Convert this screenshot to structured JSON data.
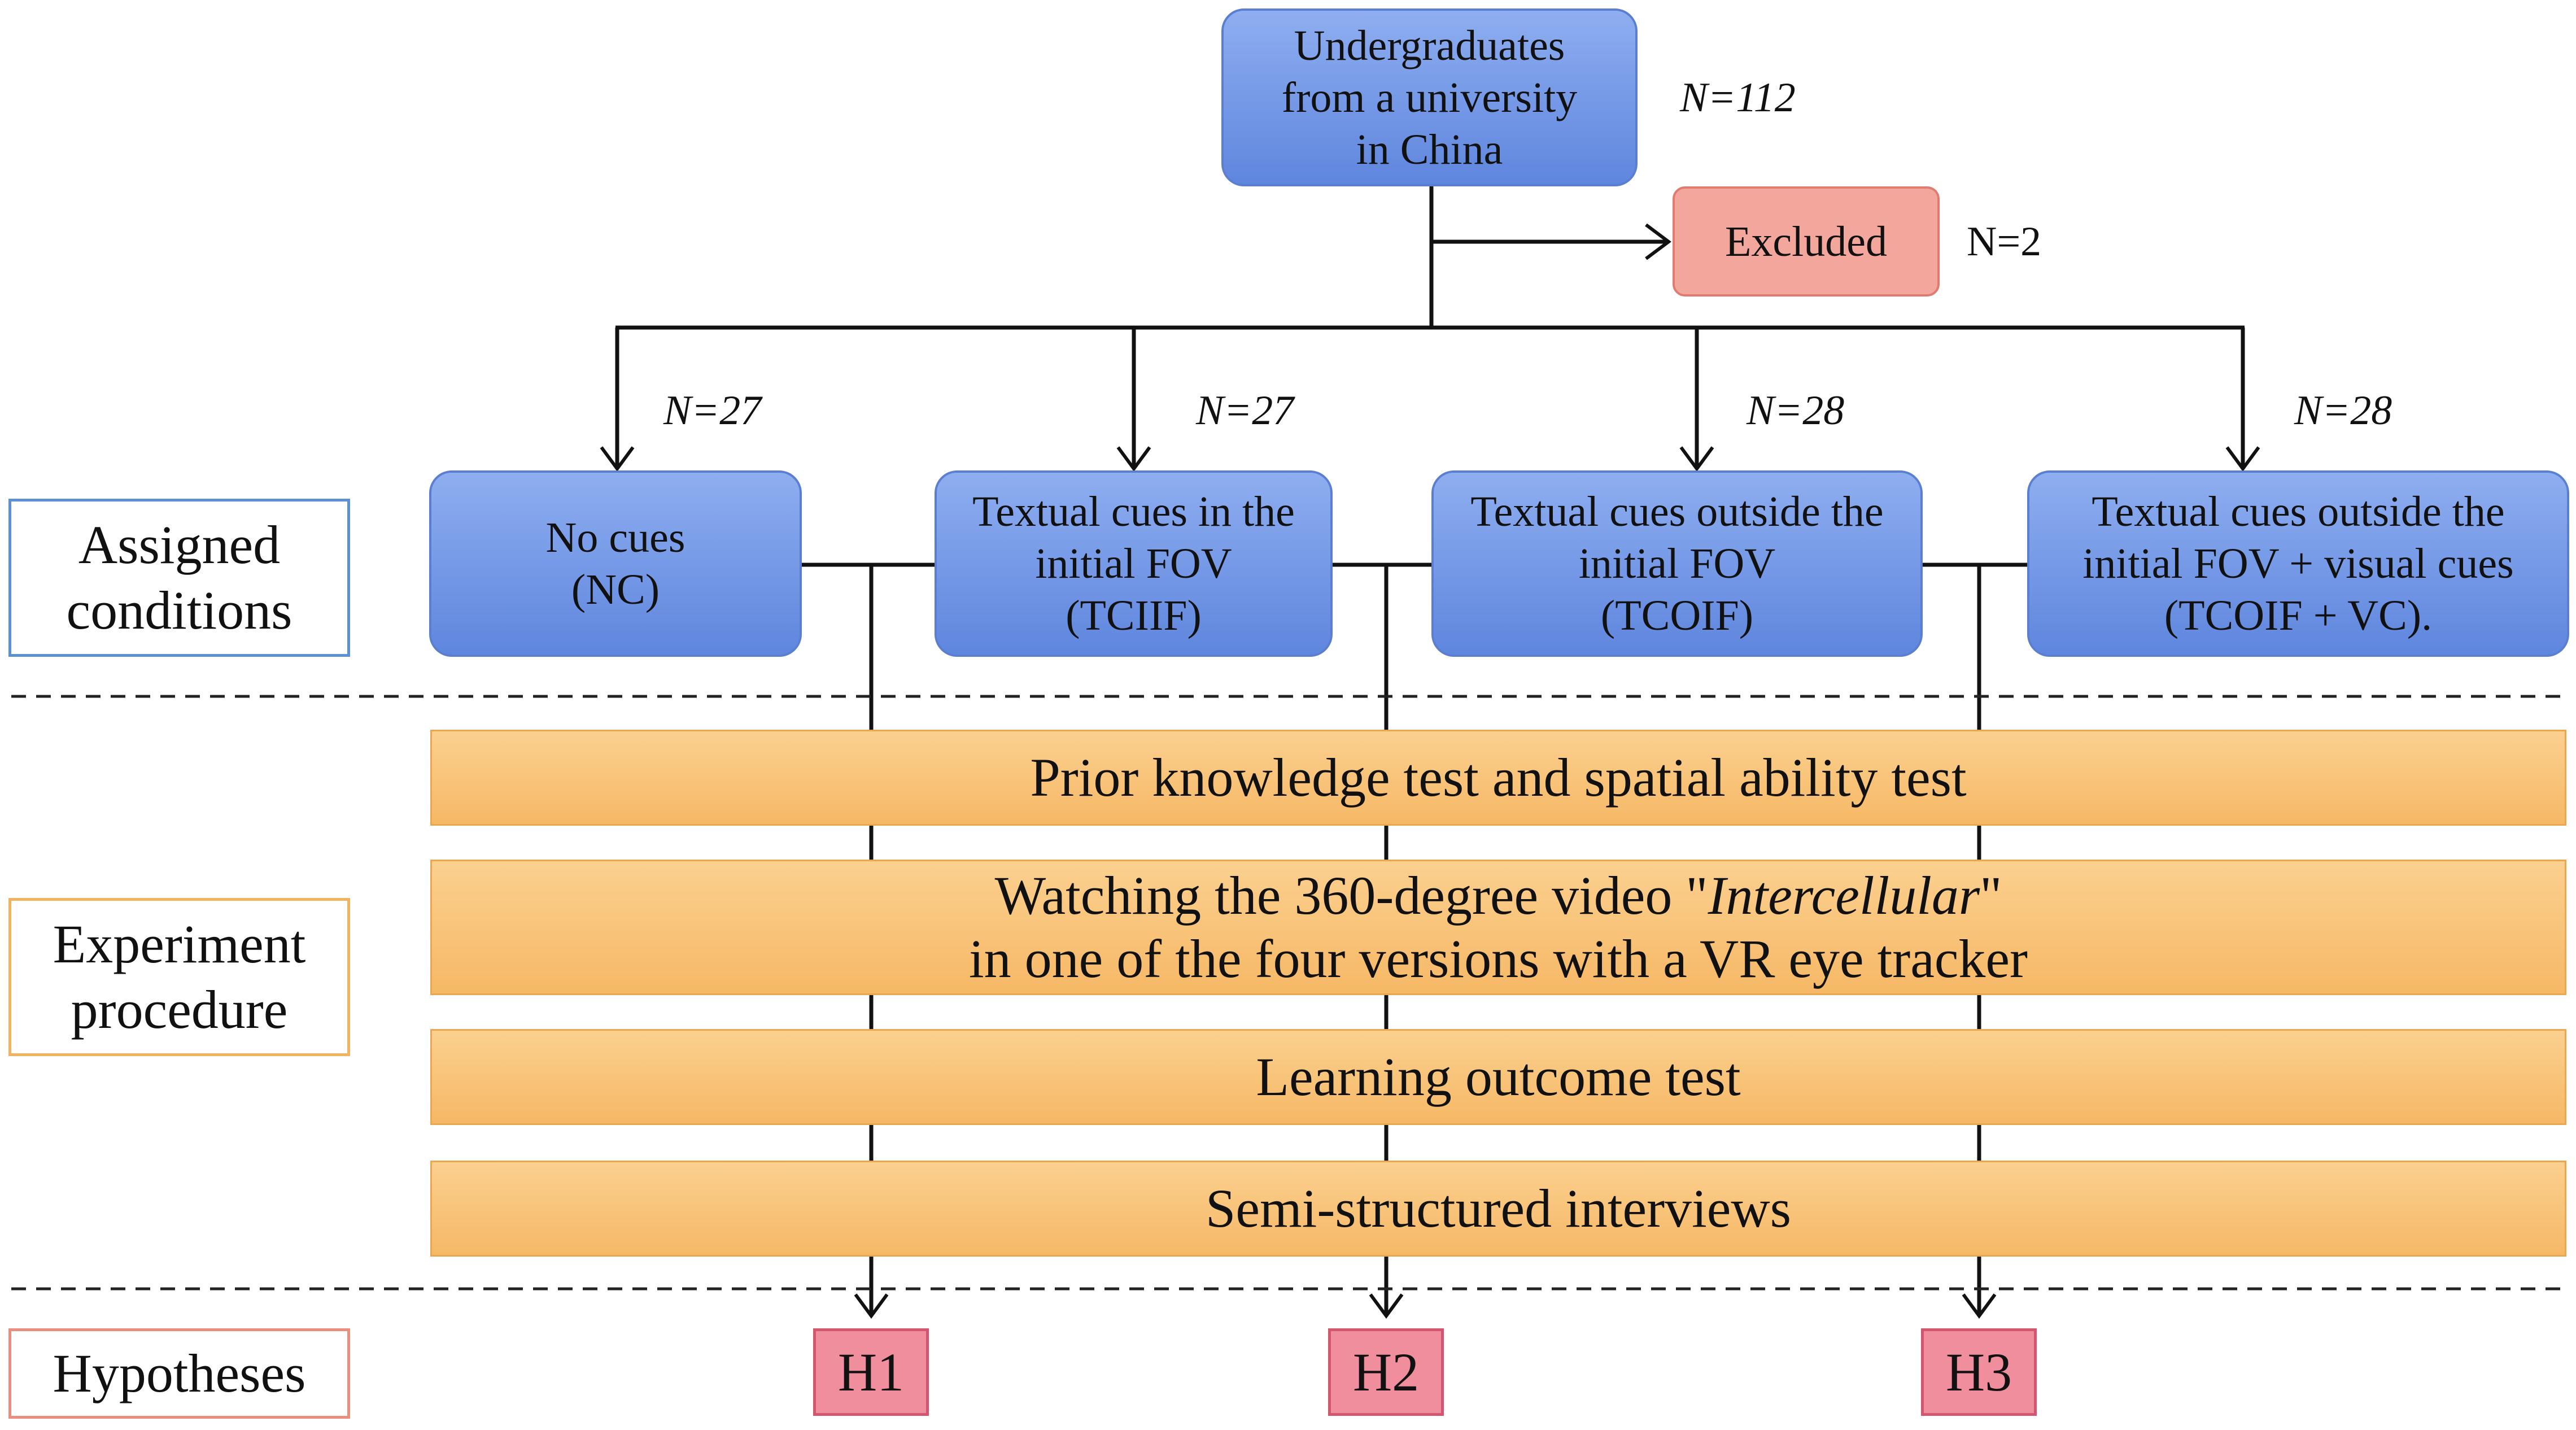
{
  "top_box": {
    "lines": [
      "Undergraduates",
      "from a university",
      "in China"
    ],
    "n": "N=112"
  },
  "excluded": {
    "label": "Excluded",
    "n": "N=2"
  },
  "conditions": [
    {
      "lines": [
        "No cues",
        "(NC)"
      ],
      "n": "N=27"
    },
    {
      "lines": [
        "Textual cues in the",
        "initial FOV",
        "(TCIIF)"
      ],
      "n": "N=27"
    },
    {
      "lines": [
        "Textual cues outside the",
        "initial FOV",
        "(TCOIF)"
      ],
      "n": "N=28"
    },
    {
      "lines": [
        "Textual cues outside the",
        "initial FOV + visual cues",
        "(TCOIF + VC)."
      ],
      "n": "N=28"
    }
  ],
  "side_labels": {
    "assigned": [
      "Assigned",
      "conditions"
    ],
    "procedure": [
      "Experiment",
      "procedure"
    ],
    "hypotheses": "Hypotheses"
  },
  "procedure_steps": [
    {
      "line1": "Prior knowledge test and spatial ability test"
    },
    {
      "line1_pre": "Watching the 360-degree video \"",
      "line1_italic": "Intercellular",
      "line1_post": "\"",
      "line2": "in one of the four versions with a VR eye tracker"
    },
    {
      "line1": "Learning outcome test"
    },
    {
      "line1": "Semi-structured interviews"
    }
  ],
  "hypotheses": [
    "H1",
    "H2",
    "H3"
  ],
  "colors": {
    "condition_fill": "#7a9ce6",
    "excluded_fill": "#f3a79c",
    "procedure_fill": "#f8c57a",
    "hypothesis_fill": "#f08e9e",
    "assigned_border": "#5b8fd6",
    "procedure_border": "#f4b25f",
    "hypotheses_border": "#ec8c7c"
  }
}
